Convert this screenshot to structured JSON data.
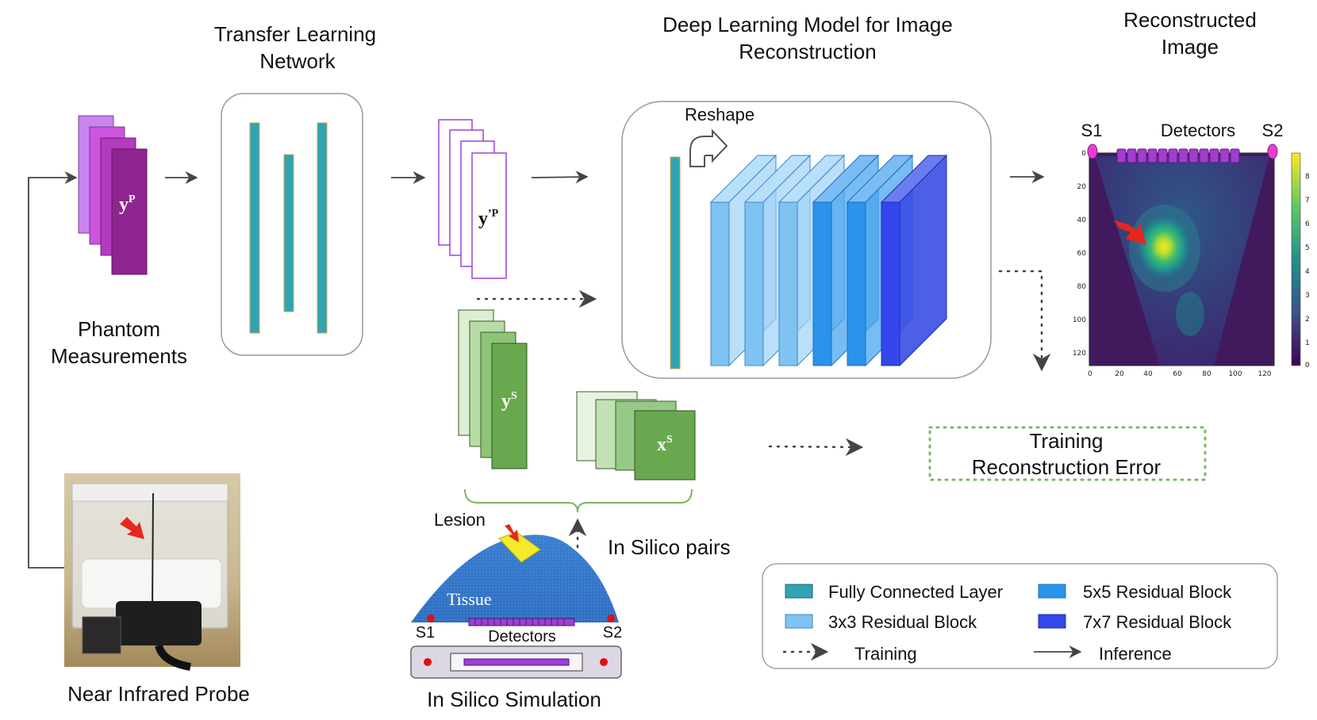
{
  "titles": {
    "transfer_line1": "Transfer Learning",
    "transfer_line2": "Network",
    "deep_line1": "Deep Learning Model for Image",
    "deep_line2": "Reconstruction",
    "recon_line1": "Reconstructed",
    "recon_line2": "Image"
  },
  "labels": {
    "phantom_line1": "Phantom",
    "phantom_line2": "Measurements",
    "probe": "Near Infrared Probe",
    "simulation": "In Silico Simulation",
    "pairs": "In Silico pairs",
    "reshape": "Reshape",
    "training_line1": "Training",
    "training_line2": "Reconstruction Error",
    "lesion": "Lesion",
    "tissue": "Tissue",
    "sim_s1": "S1",
    "sim_s2": "S2",
    "sim_detectors": "Detectors",
    "img_s1": "S1",
    "img_s2": "S2",
    "img_detectors": "Detectors"
  },
  "stack_labels": {
    "yp_main": "y",
    "yp_sup": "P",
    "ypp_main": "y",
    "ypp_sup": "’P",
    "ys_main": "y",
    "ys_sup": "S",
    "xs_main": "x",
    "xs_sup": "S"
  },
  "legend": {
    "fc": "Fully Connected Layer",
    "res3": "3x3 Residual  Block",
    "res5": "5x5  Residual  Block",
    "res7": "7x7  Residual  Block",
    "training": "Training",
    "inference": "Inference"
  },
  "heatmap_axes": {
    "x_ticks": [
      "0",
      "20",
      "40",
      "60",
      "80",
      "100",
      "120"
    ],
    "y_ticks": [
      "0",
      "20",
      "40",
      "60",
      "80",
      "100",
      "120"
    ],
    "colorbar_ticks": [
      "0",
      "1",
      "2",
      "3",
      "4",
      "5",
      "6",
      "7",
      "8"
    ]
  },
  "colors": {
    "fc_layer": "#2fa4b3",
    "res3": "#7ec3f2",
    "res5": "#2a93ea",
    "res7": "#3347ea",
    "phantom_stack": [
      "#c984f0",
      "#cc55dd",
      "#b23cbf",
      "#8f2590"
    ],
    "sim_stack_ys": [
      "#dcefd4",
      "#b8dba8",
      "#8dc477",
      "#6aa84f"
    ],
    "sim_stack_xs": [
      "#e6f3e0",
      "#c2e2b5",
      "#96c985",
      "#6aa84f"
    ],
    "training_box": "#78b960",
    "arrow": "#444444"
  },
  "icons": {
    "reshape": "curved-arrow-icon",
    "lesion_pointer": "red-arrow-icon",
    "probe_pointer": "red-arrow-icon",
    "heatmap_pointer": "red-arrow-icon"
  }
}
